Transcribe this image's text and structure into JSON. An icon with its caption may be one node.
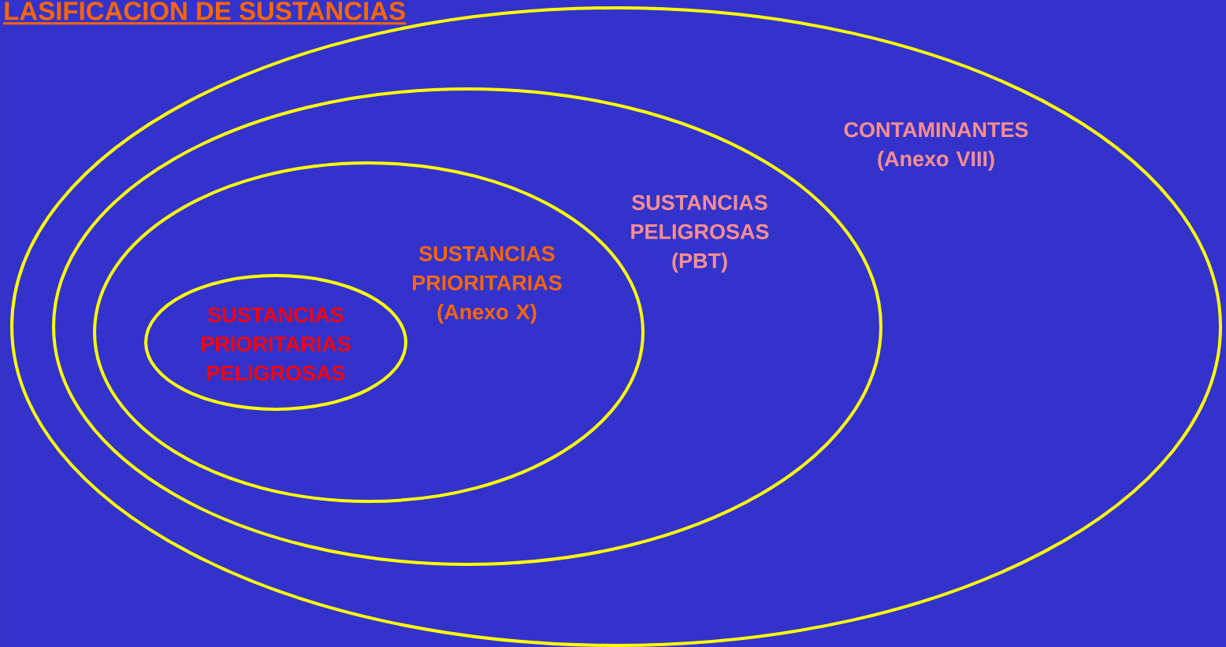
{
  "diagram": {
    "title": "LASIFICACION DE SUSTANCIAS",
    "nodes": [
      {
        "text": [
          "CONTAMINANTES (Anexo VIII)"
        ]
      },
      {
        "text": [
          "SUSTANCIAS PELIGROSAS (PBT)"
        ],
        "in": 0
      },
      {
        "text": [
          "SUSTANCIAS PRIORITARIAS (Anexo X)"
        ],
        "in": 1
      },
      {
        "text": [
          "SUSTANCIAS PRIORITARIAS PELIGROSAS"
        ],
        "in": 2
      }
    ]
  }
}
